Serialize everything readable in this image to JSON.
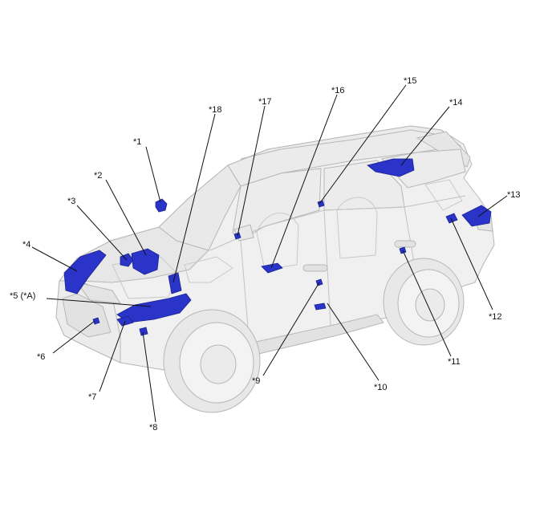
{
  "figure": {
    "colors": {
      "body_fill": "#f0f0f0",
      "body_stroke": "#b7b7b7",
      "detail_stroke": "#c9c9c9",
      "highlight": "#2a34c8",
      "highlight_dark": "#1a2290",
      "leader": "#111111"
    },
    "callouts": [
      {
        "id": "c1",
        "label": "*1"
      },
      {
        "id": "c2",
        "label": "*2"
      },
      {
        "id": "c3",
        "label": "*3"
      },
      {
        "id": "c4",
        "label": "*4"
      },
      {
        "id": "c5",
        "label": "*5 (*A)"
      },
      {
        "id": "c6",
        "label": "*6"
      },
      {
        "id": "c7",
        "label": "*7"
      },
      {
        "id": "c8",
        "label": "*8"
      },
      {
        "id": "c9",
        "label": "*9"
      },
      {
        "id": "c10",
        "label": "*10"
      },
      {
        "id": "c11",
        "label": "*11"
      },
      {
        "id": "c12",
        "label": "*12"
      },
      {
        "id": "c13",
        "label": "*13"
      },
      {
        "id": "c14",
        "label": "*14"
      },
      {
        "id": "c15",
        "label": "*15"
      },
      {
        "id": "c16",
        "label": "*16"
      },
      {
        "id": "c17",
        "label": "*17"
      },
      {
        "id": "c18",
        "label": "*18"
      }
    ]
  }
}
